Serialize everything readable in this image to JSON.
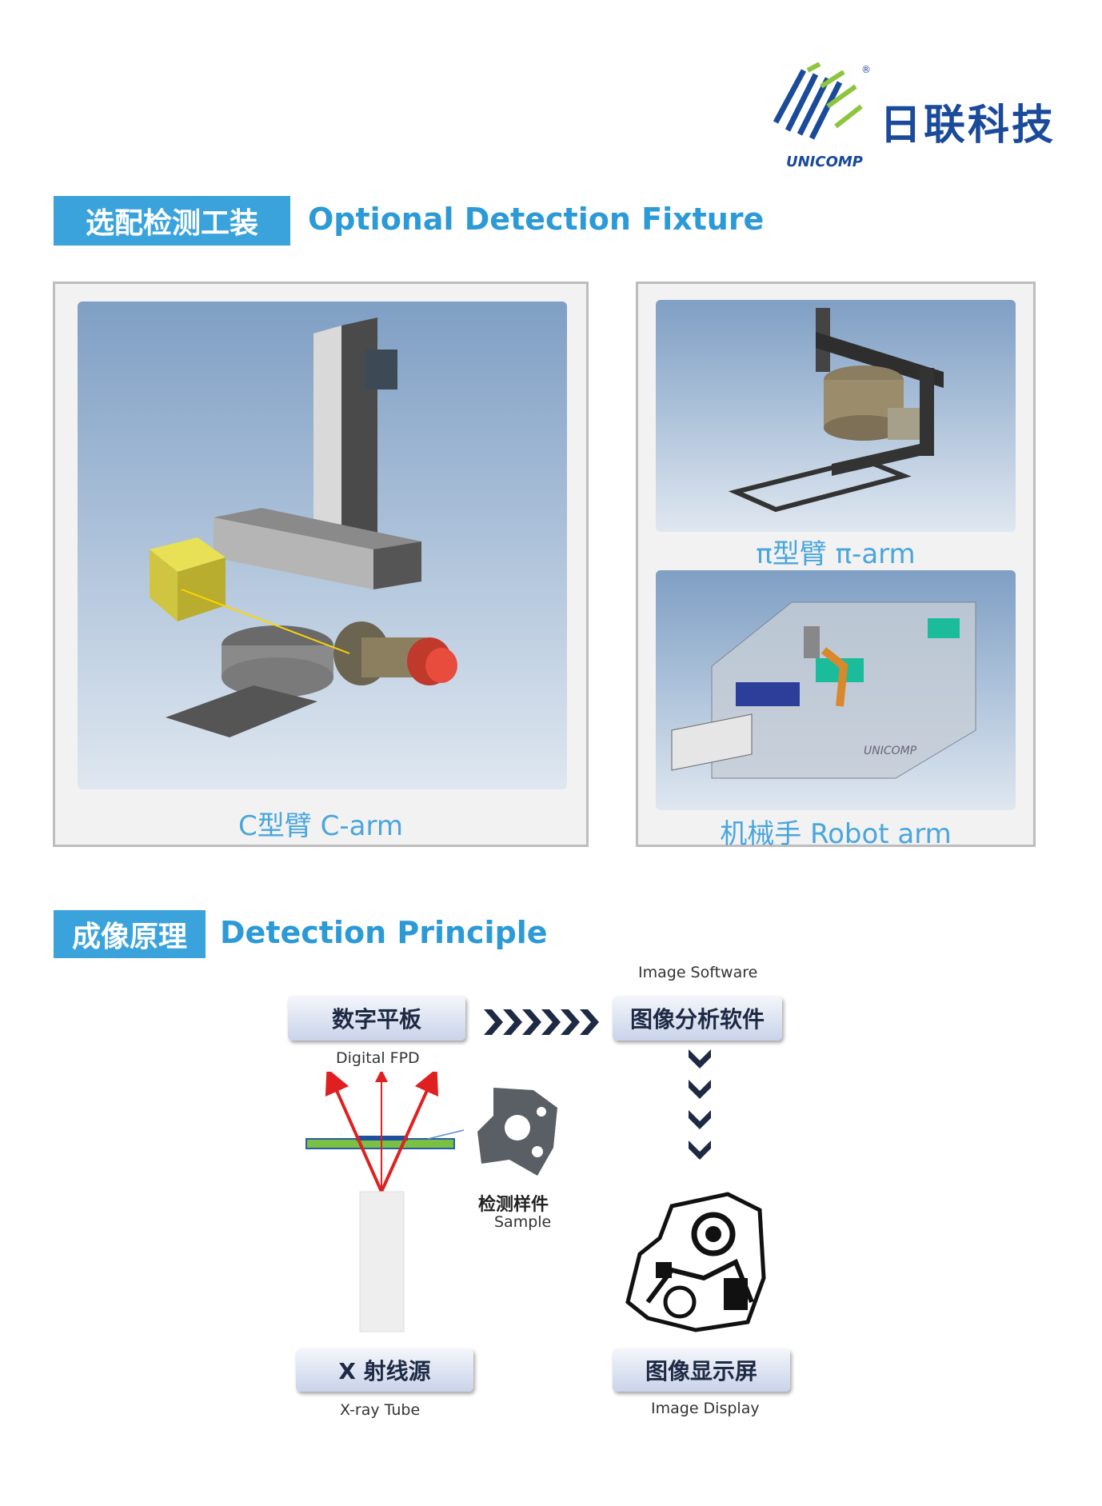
{
  "logo": {
    "cn": "日联科技",
    "en": "UNICOMP",
    "reg": "®"
  },
  "section1": {
    "tag": "选配检测工装",
    "title": "Optional Detection Fixture"
  },
  "fixtures": {
    "c_arm": "C型臂  C-arm",
    "pi_arm": "π型臂  π-arm",
    "robot_arm": "机械手  Robot arm"
  },
  "section2": {
    "tag": "成像原理",
    "title": "Detection Principle"
  },
  "principle": {
    "image_software_en": "Image Software",
    "image_software_cn": "图像分析软件",
    "fpd_cn": "数字平板",
    "fpd_en": "Digital FPD",
    "sample_cn": "检测样件",
    "sample_en": "Sample",
    "xray_cn": "X 射线源",
    "xray_en": "X-ray Tube",
    "display_cn": "图像显示屏",
    "display_en": "Image Display",
    "robot_label": "UNICOMP"
  },
  "colors": {
    "accent": "#3aa3dc",
    "brand": "#1a4a9a",
    "caption": "#4aa6dd"
  }
}
